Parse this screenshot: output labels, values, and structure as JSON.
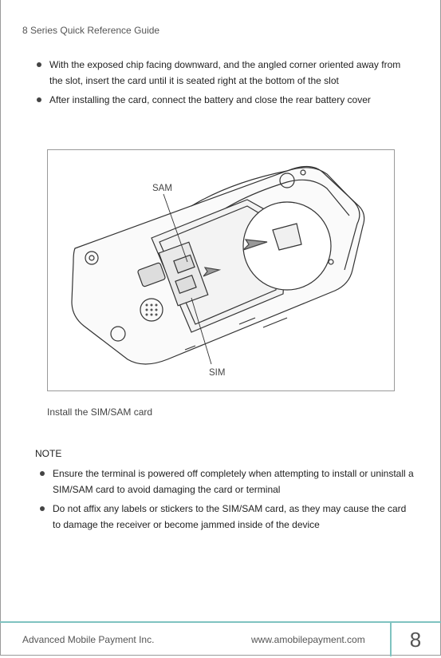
{
  "header": {
    "title": "8 Series Quick Reference Guide"
  },
  "instructions": [
    "With the exposed chip facing downward, and the angled corner oriented away from the slot, insert the card until it is seated right at the bottom of the slot",
    "After installing the card, connect the battery and close the rear battery cover"
  ],
  "figure": {
    "label_top": "SAM",
    "label_bottom": "SIM",
    "caption": "Install the SIM/SAM card"
  },
  "note": {
    "title": "NOTE",
    "items": [
      "Ensure the terminal is powered off completely when attempting to install or uninstall a SIM/SAM card to avoid damaging the card or terminal",
      "Do not affix any labels or stickers to the SIM/SAM card, as they may cause the card to damage the receiver or become jammed inside of the device"
    ]
  },
  "footer": {
    "company": "Advanced Mobile Payment Inc.",
    "url": "www.amobilepayment.com",
    "page_number": "8"
  },
  "colors": {
    "accent": "#7fc3c0",
    "border": "#9a9a9a"
  }
}
